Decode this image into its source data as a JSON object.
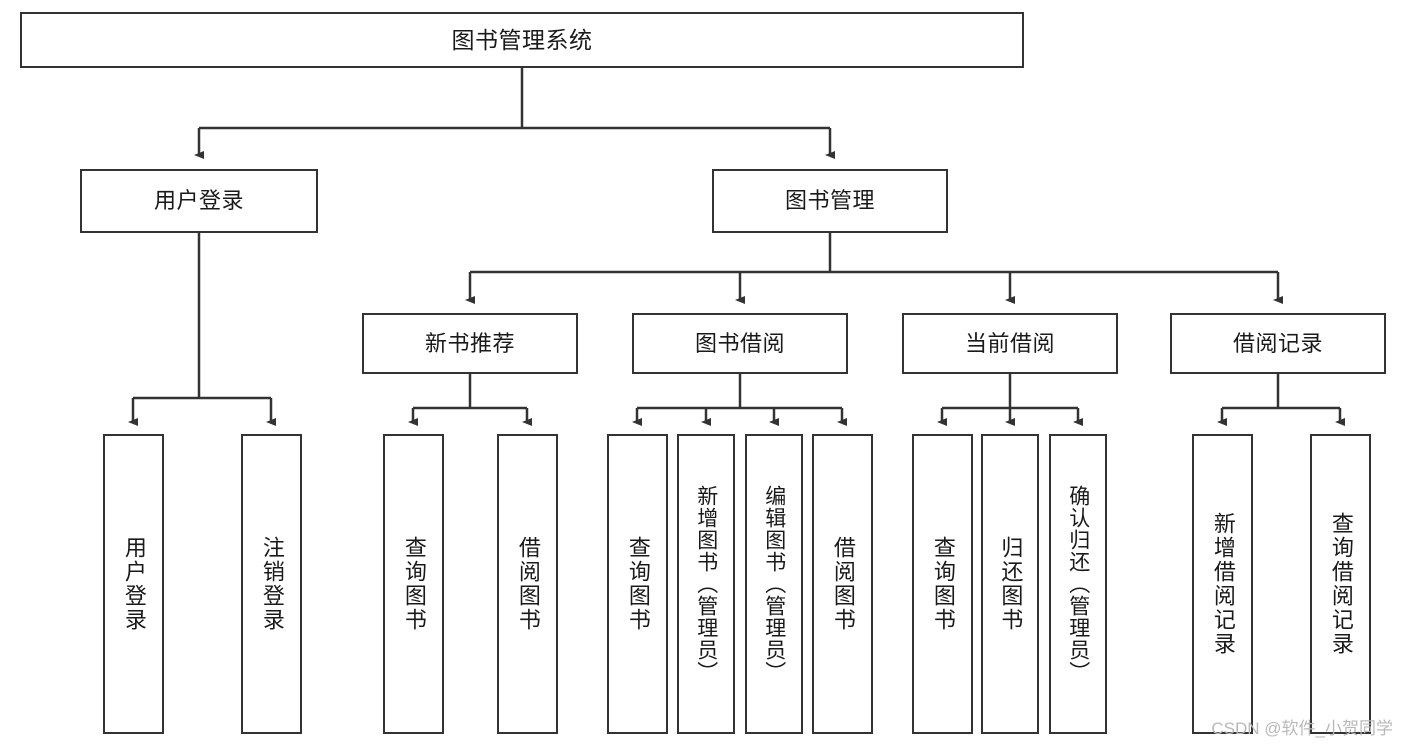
{
  "diagram": {
    "type": "tree-hierarchy-chart",
    "title": "图书管理系统",
    "watermark": "CSDN @软件_小贺同学",
    "colors": {
      "box_border": "#333333",
      "box_fill": "#ffffff",
      "connector": "#333333",
      "text": "#1a1a1a",
      "watermark": "#b9b9b9"
    },
    "root": {
      "label": "图书管理系统"
    },
    "level1": [
      {
        "label": "用户登录"
      },
      {
        "label": "图书管理"
      }
    ],
    "level2": [
      {
        "label": "新书推荐"
      },
      {
        "label": "图书借阅"
      },
      {
        "label": "当前借阅"
      },
      {
        "label": "借阅记录"
      }
    ],
    "leaves": {
      "user_login": [
        {
          "label": "用户登录"
        },
        {
          "label": "注销登录"
        }
      ],
      "new_book_recommend": [
        {
          "label": "查询图书"
        },
        {
          "label": "借阅图书"
        }
      ],
      "book_borrow": [
        {
          "label": "查询图书"
        },
        {
          "label": "新增图书（管理员）"
        },
        {
          "label": "编辑图书（管理员）"
        },
        {
          "label": "借阅图书"
        }
      ],
      "current_borrow": [
        {
          "label": "查询图书"
        },
        {
          "label": "归还图书"
        },
        {
          "label": "确认归还（管理员）"
        }
      ],
      "borrow_records": [
        {
          "label": "新增借阅记录"
        },
        {
          "label": "查询借阅记录"
        }
      ]
    }
  }
}
